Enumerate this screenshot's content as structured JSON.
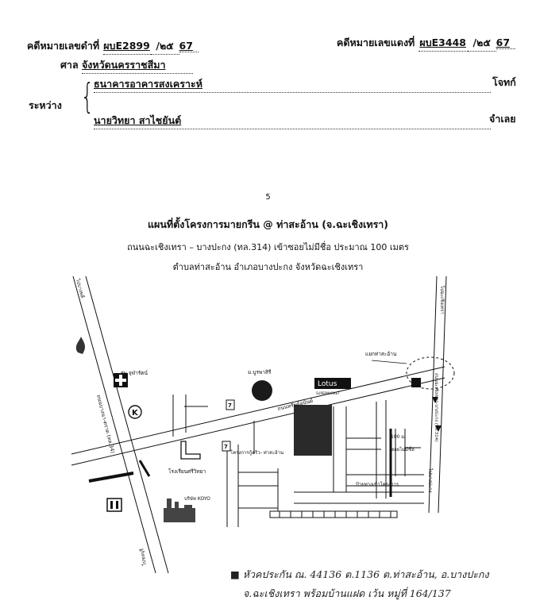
{
  "header": {
    "case_black_label": "คดีหมายเลขดำที่",
    "case_black_value": "ผบE2899",
    "case_black_year": "/๒๕",
    "case_black_year2": "67",
    "case_red_label": "คดีหมายเลขแดงที่",
    "case_red_value": "ผบE3448",
    "case_red_year": "/๒๕",
    "case_red_year2": "67",
    "court_label": "ศาล",
    "court_value": "จังหวัดนครราชสีมา"
  },
  "parties": {
    "between_label": "ระหว่าง",
    "plaintiff_name": "ธนาคารอาคารสงเคราะห์",
    "plaintiff_role": "โจทก์",
    "defendant_name": "นายวิทยา สาไชยันต์",
    "defendant_role": "จำเลย"
  },
  "page_number": "5",
  "map_title": "แผนที่ตั้งโครงการมายกรีน @ ท่าสะอ้าน (จ.ฉะเชิงเทรา)",
  "map_subtitle_1": "ถนนฉะเชิงเทรา – บางปะกง (ทล.314) เข้าซอยไม่มีชื่อ ประมาณ 100 เมตร",
  "map_subtitle_2": "ตำบลท่าสะอ้าน อำเภอบางปะกง จังหวัดฉะเชิงเทรา",
  "map": {
    "to_pattaya_top": "ไปบางพลี",
    "to_chachoengsao": "ไปฉะเชิงเทรา",
    "to_chonburi_bottom": "ไปชลบุรี",
    "to_bangpakong": "ไปบางปะกง",
    "tha_sa_an_junction": "แยกท่าสะอ้าน",
    "hospital": "รพ.จุฬารัตน์",
    "university": "ม.บูรพาสิรี",
    "lotus": "Lotus",
    "lotus_sub": "SUPERMARKET",
    "road_main": "ถนนบางนา-ตราด (ทล.34)",
    "road_chachoengsao": "ถนนฉะเชิงเทรา-บางปะกง (ทล.314)",
    "road_tha_sa_an": "ถนนทรัพย์อนันต์",
    "school": "โรงเรียนศรีวิทยา",
    "project": "โครงการกู้ดริว- ท่าสะอ้าน",
    "distance": "100 ม.",
    "soi": "ซอยไม่มีชื่อ",
    "project_entrance": "ป้ายทางเข้าโครงการ",
    "koyo": "บริษัท KOYO"
  },
  "handwritten_line_1": "■ หัวคประกัน ณ. 44136 ต.1136 ต.ท่าสะอ้าน, อ.บางปะกง",
  "handwritten_line_2": "จ.ฉะเชิงเทรา พร้อมบ้านแฝด เว้น หมู่ที่ 164/137"
}
